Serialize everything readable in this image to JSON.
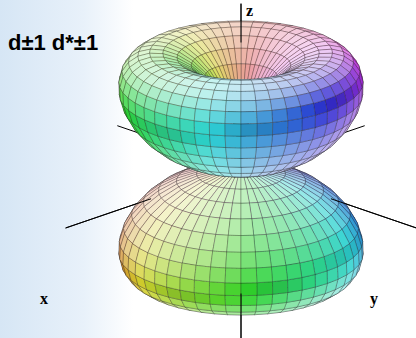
{
  "diagram": {
    "labels": [
      "d±1 d*±1",
      "z",
      "x",
      "y"
    ]
  }
}
